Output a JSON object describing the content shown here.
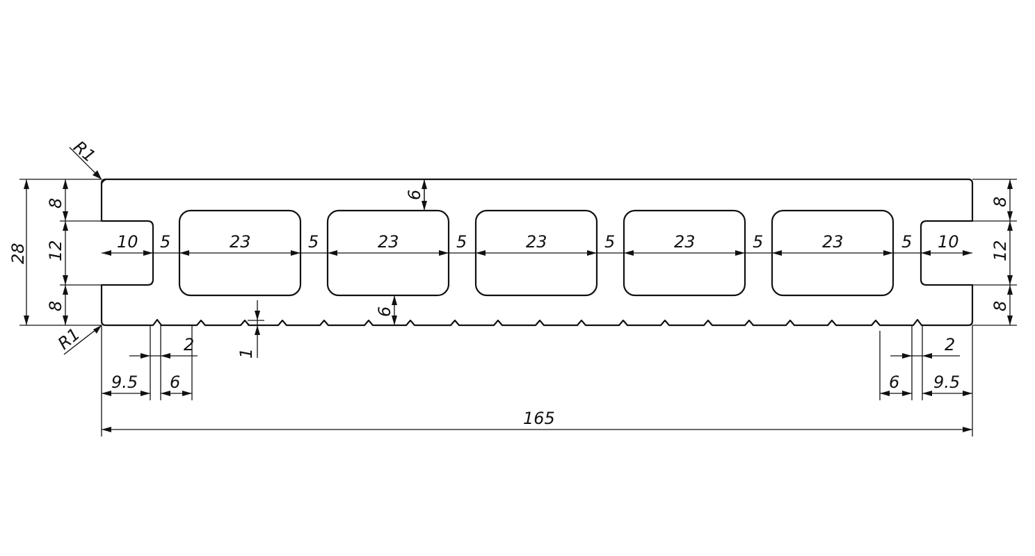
{
  "drawing": {
    "radius_top": "R1",
    "radius_bottom": "R1",
    "overall_height": "28",
    "overall_width": "165",
    "left_tongue": {
      "top_band": "8",
      "groove": "12",
      "bottom_band": "8",
      "groove_depth": "10"
    },
    "right_groove": {
      "top_band": "8",
      "groove": "12",
      "bottom_band": "8",
      "groove_depth": "10"
    },
    "webs": [
      "5",
      "5",
      "5",
      "5",
      "5",
      "5"
    ],
    "cavities": [
      "23",
      "23",
      "23",
      "23",
      "23"
    ],
    "top_wall": "6",
    "bottom_wall": "6",
    "rib_height": "1",
    "left_bottom": {
      "offset": "9.5",
      "slot": "2",
      "pitch": "6"
    },
    "right_bottom": {
      "offset": "9.5",
      "slot": "2",
      "pitch": "6"
    }
  }
}
